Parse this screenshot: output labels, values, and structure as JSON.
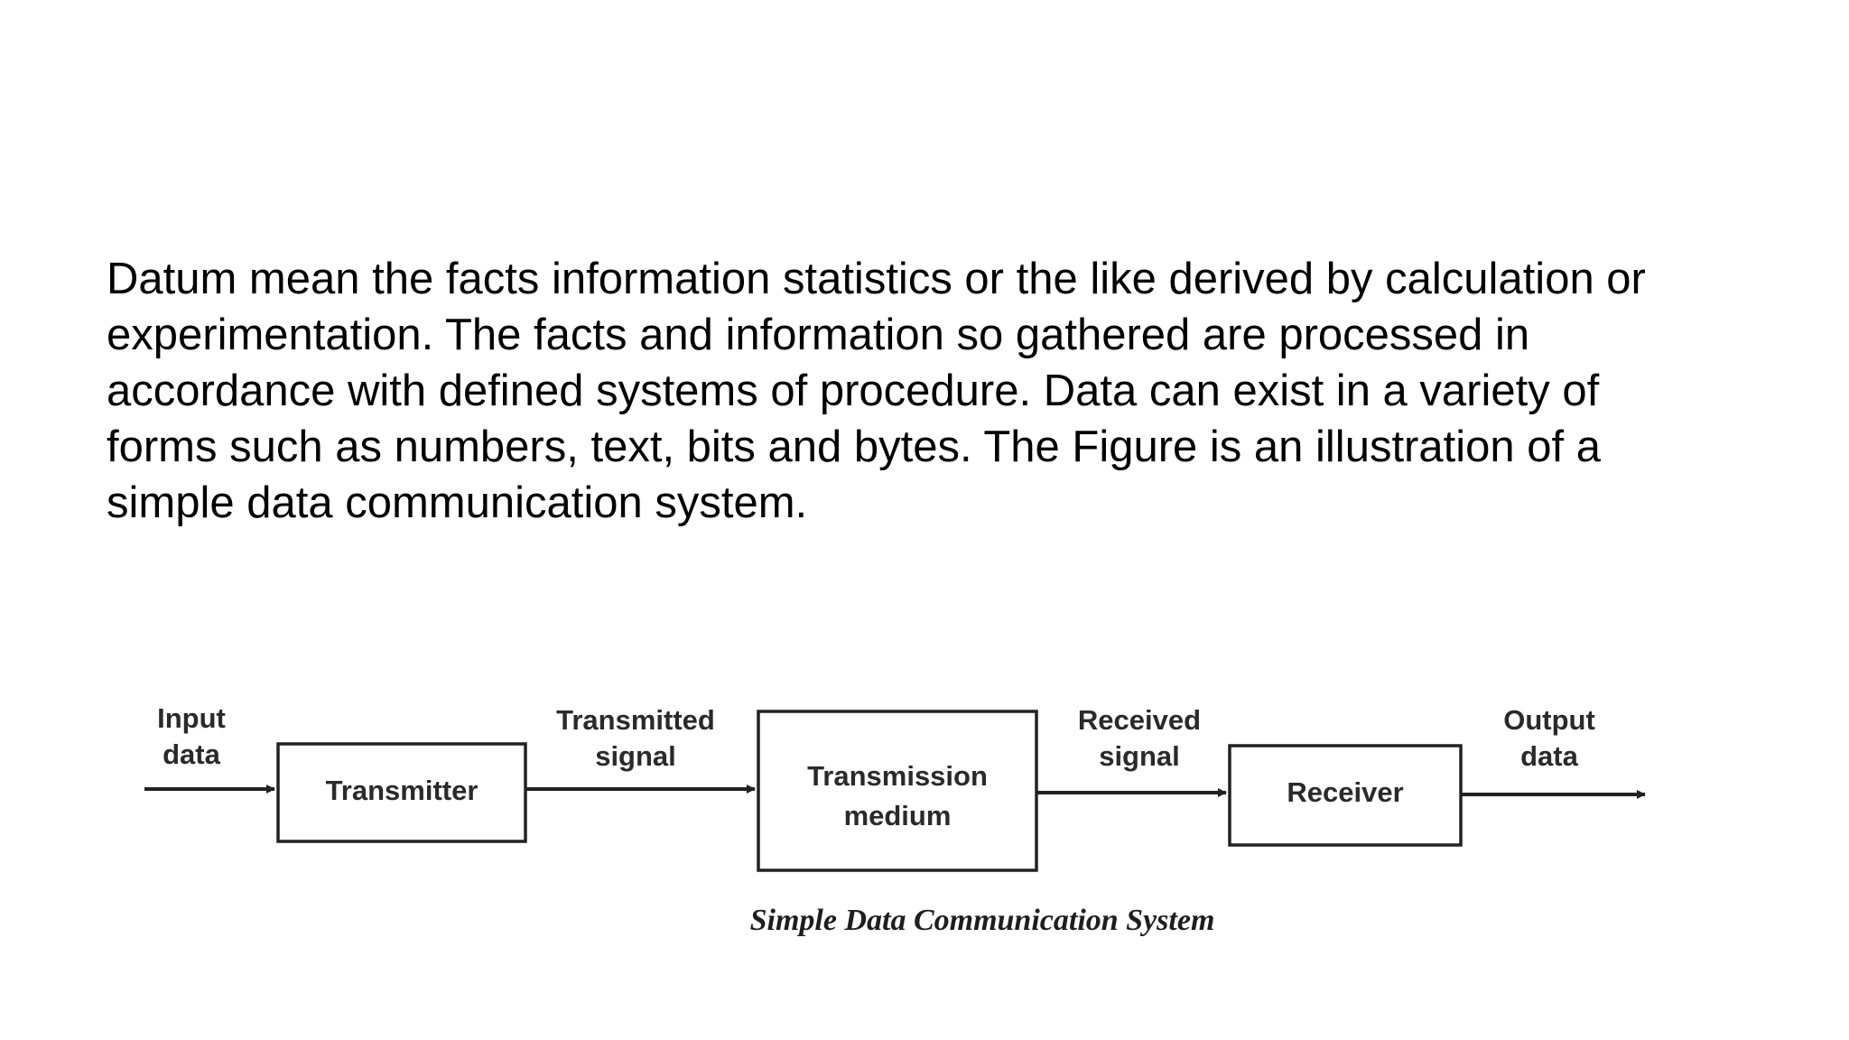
{
  "paragraph": {
    "lines": [
      "Datum mean the facts information statistics or the like derived by calculation or",
      "experimentation. The facts and information so gathered are processed in",
      "accordance with defined systems of procedure. Data can exist in a variety of",
      "forms such as numbers, text, bits and bytes. The Figure is an illustration of a",
      "simple data communication system."
    ]
  },
  "diagram": {
    "input_label": [
      "Input",
      "data"
    ],
    "transmitter": "Transmitter",
    "transmitted_label": [
      "Transmitted",
      "signal"
    ],
    "medium": [
      "Transmission",
      "medium"
    ],
    "received_label": [
      "Received",
      "signal"
    ],
    "receiver": "Receiver",
    "output_label": [
      "Output",
      "data"
    ],
    "caption": "Simple Data Communication System"
  }
}
